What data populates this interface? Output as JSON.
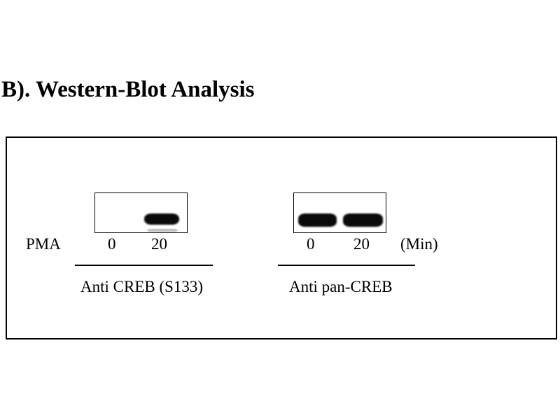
{
  "figure": {
    "title": "B). Western-Blot Analysis",
    "treatment_label": "PMA",
    "unit_label": "(Min)",
    "panels": [
      {
        "antibody": "Anti CREB (S133)",
        "lanes": [
          {
            "label": "0",
            "band_present": false
          },
          {
            "label": "20",
            "band_present": true
          }
        ]
      },
      {
        "antibody": "Anti pan-CREB",
        "lanes": [
          {
            "label": "0",
            "band_present": true
          },
          {
            "label": "20",
            "band_present": true
          }
        ]
      }
    ]
  }
}
